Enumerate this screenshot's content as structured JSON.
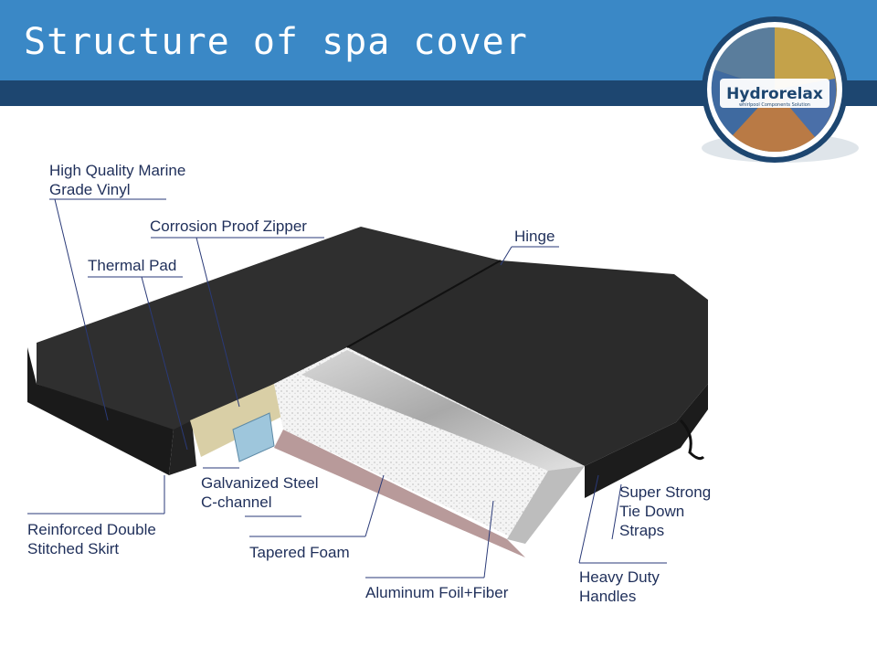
{
  "header": {
    "title": "Structure of spa cover",
    "logo_text": "Hydrorelax",
    "logo_tagline": "whirlpool Components Solution"
  },
  "colors": {
    "header_band": "#3a88c6",
    "header_dark": "#1d4670",
    "label_text": "#1f2f5a",
    "cover_vinyl": "#2c2c2c"
  },
  "labels": {
    "marine_vinyl": [
      "High Quality Marine",
      "Grade Vinyl"
    ],
    "zipper": "Corrosion Proof Zipper",
    "thermal_pad": "Thermal Pad",
    "hinge": "Hinge",
    "c_channel": [
      "Galvanized Steel",
      "C-channel"
    ],
    "skirt": [
      "Reinforced Double",
      "Stitched Skirt"
    ],
    "tapered_foam": "Tapered Foam",
    "foil": "Aluminum Foil+Fiber",
    "tie_down": [
      "Super Strong",
      "Tie Down",
      "Straps"
    ],
    "handles": [
      "Heavy Duty",
      "Handles"
    ]
  }
}
